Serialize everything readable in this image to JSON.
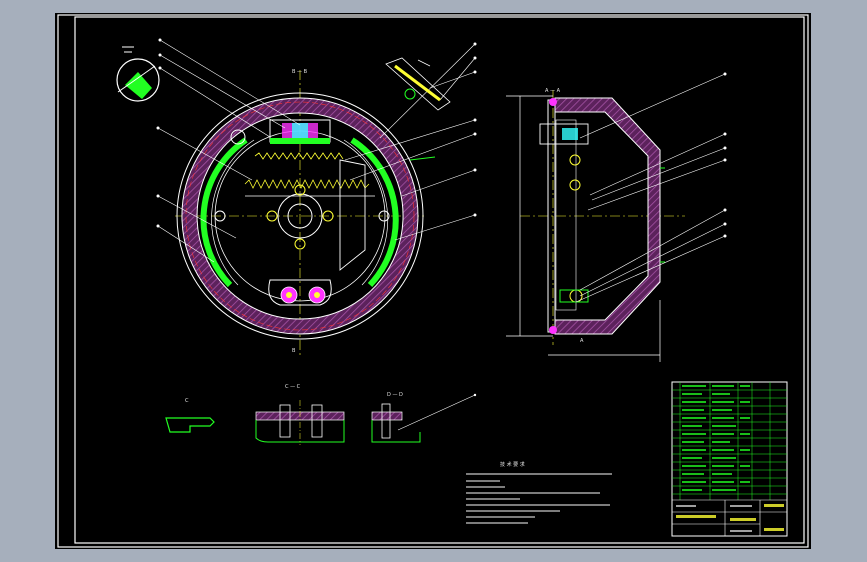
{
  "drawing": {
    "section_marks": {
      "front_top": "B — B",
      "front_bottom": "B",
      "side_top": "A — A",
      "side_bottom": "A",
      "detail_small": "C",
      "detail_a": "C — C",
      "detail_b": "D — D"
    },
    "tech_notes_title": "技 术 要 求",
    "colors": {
      "background": "#000000",
      "frame": "#ffffff",
      "section_hatch": "#8a3a8a",
      "green": "#22ff22",
      "yellow": "#ffff33",
      "red": "#ff3333",
      "cyan": "#33ffff",
      "window_chrome": "#a6afbc"
    }
  }
}
